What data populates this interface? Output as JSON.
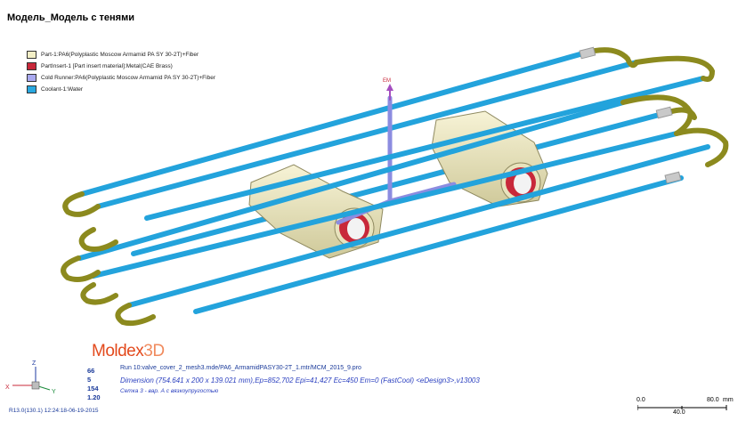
{
  "window": {
    "title": "Модель_Модель с тенями"
  },
  "legend": {
    "items": [
      {
        "label": "Part-1:PA6(Polyplastic Moscow Armamid PA SY 30-2T)+Fiber",
        "color": "#f3efc6"
      },
      {
        "label": "PartInsert-1 [Part insert material]:Metal(CAE Brass)",
        "color": "#c8283a"
      },
      {
        "label": "Cold Runner:PA6(Polyplastic Moscow Armamid PA SY 30-2T)+Fiber",
        "color": "#a9a9f0"
      },
      {
        "label": "Coolant-1:Water",
        "color": "#29a8e0"
      }
    ]
  },
  "scene": {
    "gate_label": "EM",
    "colors": {
      "coolant": "#23a3dc",
      "bend": "#8c8a1e",
      "runner": "#8c8ce0",
      "part": "#ece7c0",
      "insert": "#c8283a",
      "endcap": "#c0c0c0"
    }
  },
  "brand": {
    "moldex": "Moldex",
    "version": "3D"
  },
  "stats": {
    "v1": "66",
    "v2": "5",
    "v3": "154",
    "v4": "1.20"
  },
  "info": {
    "run": "Run 10:valve_cover_2_mesh3.mde/PA6_ArmamidPASY30-2T_1.mtr/MCM_2015_9.pro",
    "dimension": "Dimension (754.641 x 200 x 139.021 mm),Ep=852,702 Epi=41,427 Ec=450 Em=0 (FastCool) <eDesign3>,v13003",
    "mesh": "Сетка 3 - вар. А с вязкоупругостью"
  },
  "footer": {
    "version": "R13.0(130.1) 12:24:18-06-19-2015"
  },
  "triad": {
    "x": "X",
    "y": "Y",
    "z": "Z"
  },
  "scalebar": {
    "left": "0.0",
    "right": "80.0",
    "mid": "40.0",
    "unit": "mm"
  }
}
